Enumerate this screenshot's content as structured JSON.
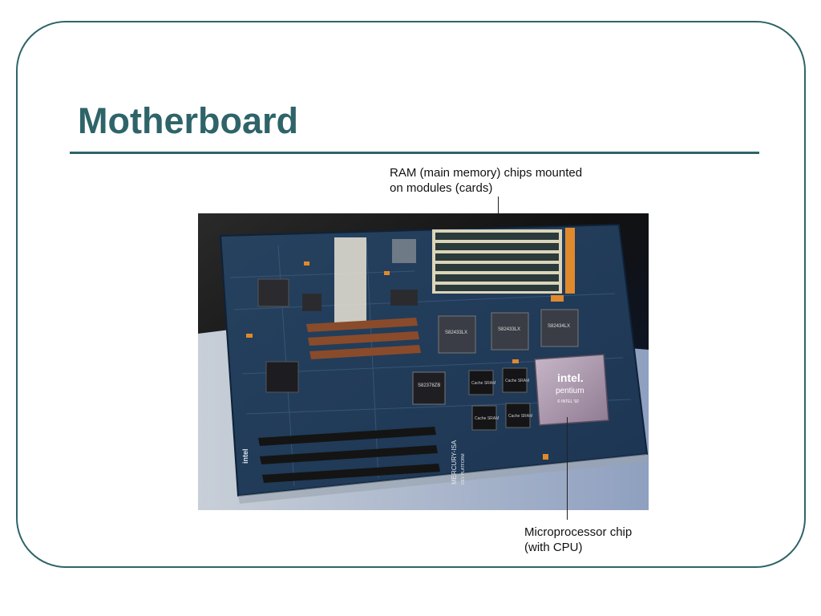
{
  "slide": {
    "title": "Motherboard",
    "colors": {
      "accent": "#2e6469",
      "background": "#ffffff"
    }
  },
  "callouts": {
    "ram": {
      "line1": "RAM (main memory) chips mounted",
      "line2": "on modules (cards)"
    },
    "cpu": {
      "line1": "Microprocessor chip",
      "line2": "(with CPU)"
    }
  },
  "photo": {
    "subject": "motherboard-photo",
    "markings": {
      "cpu_brand": "intel.",
      "cpu_model": "pentium",
      "cpu_code": "© INTEL '92",
      "chip_1": "S82433LX",
      "chip_2": "S82433LX",
      "chip_3": "S82434LX",
      "chip_4": "S82378ZB",
      "cache_1": "Cache SRAM",
      "cache_2": "Cache SRAM",
      "cache_3": "Cache SRAM",
      "cache_4": "Cache SRAM",
      "board_label": "MERCURY-ISA",
      "board_sub": "DEV PLATFORM",
      "corner_logo": "intel"
    }
  }
}
